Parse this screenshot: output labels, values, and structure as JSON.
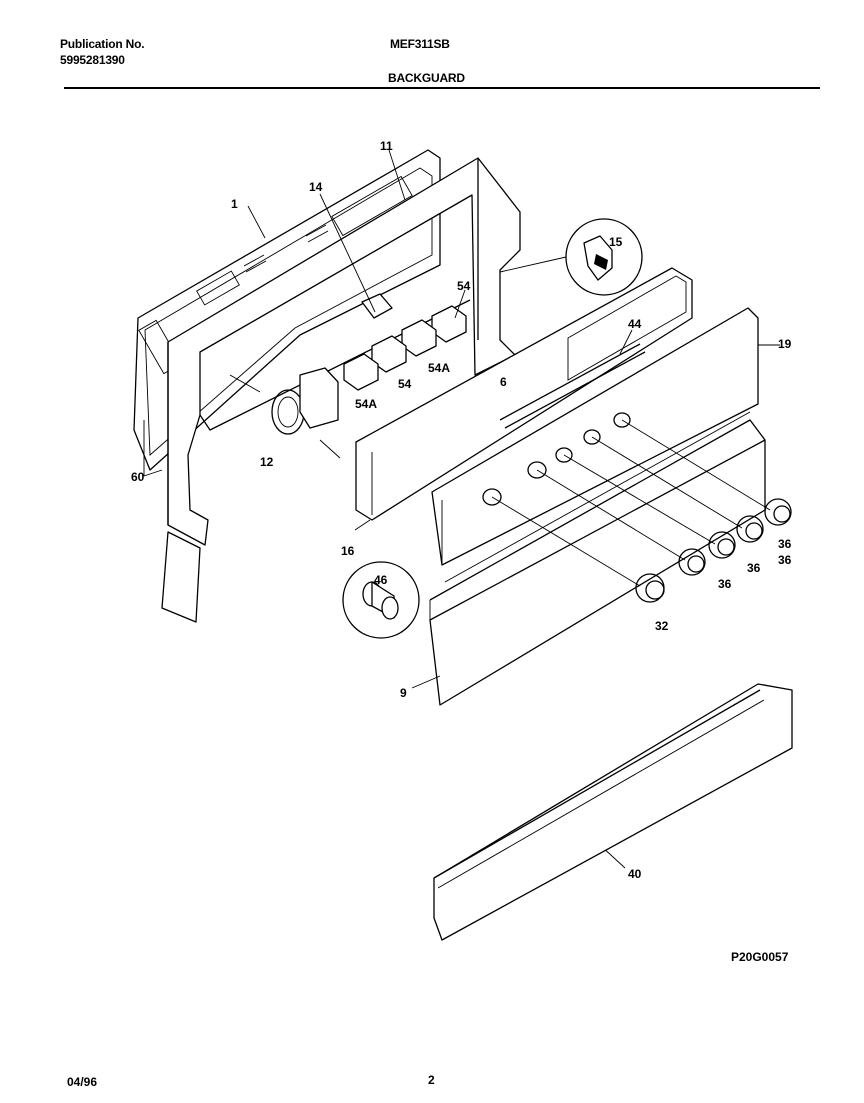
{
  "header": {
    "publication_label": "Publication No.",
    "publication_number": "5995281390",
    "model": "MEF311SB",
    "section_title": "BACKGUARD"
  },
  "footer": {
    "date": "04/96",
    "page_number": "2"
  },
  "diagram": {
    "figure_code": "P20G0057",
    "callouts": [
      "1",
      "11",
      "14",
      "15",
      "54",
      "44",
      "19",
      "54",
      "54A",
      "54A",
      "6",
      "60",
      "12",
      "16",
      "46",
      "36",
      "36",
      "36",
      "36",
      "32",
      "9",
      "40"
    ]
  }
}
